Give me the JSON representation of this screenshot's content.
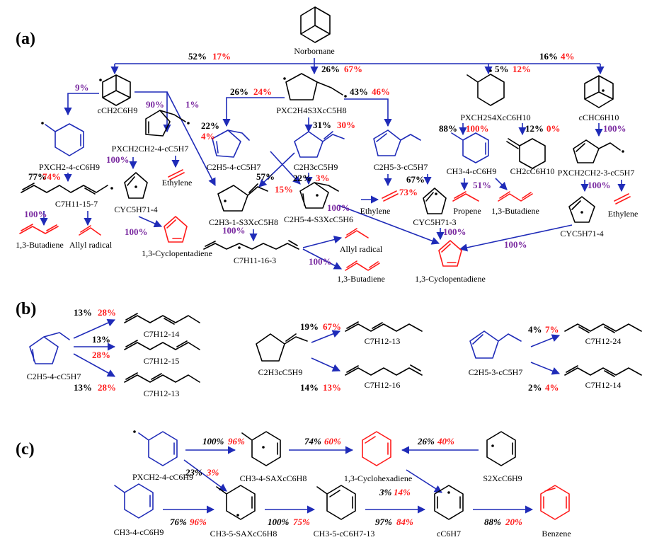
{
  "colors": {
    "arrow": "#1f2bb8",
    "structure": "#1f2bb8",
    "product": "#ff1a1a",
    "pct_black": "#000000",
    "pct_red": "#ff1a1a",
    "pct_purple": "#7a2aa0"
  },
  "panels": {
    "a": "(a)",
    "b": "(b)",
    "c": "(c)"
  },
  "labels": {
    "norbornane": "Norbornane",
    "cch2c6h9": "cCH2C6H9",
    "pxc2h4s3xc5h8": "PXC2H4S3XcC5H8",
    "pxch2s4xc6h10": "PXCH2S4XcC6H10",
    "cchc6h10": "cCHC6H10",
    "pxch2_4_cc6h9_a": "PXCH2-4-cC6H9",
    "pxch2ch2_4_cc5h7": "PXCH2CH2-4-cC5H7",
    "c2h5_4_cc5h7_a": "C2H5-4-cC5H7",
    "c2h3cc5h9_a": "C2H3cC5H9",
    "c2h5_3_cc5h7_a": "C2H5-3-cC5H7",
    "ch3_4_cc6h9_a": "CH3-4-cC6H9",
    "ch2cc6h10": "CH2cC6H10",
    "pxch2ch2_3_cc5h7": "PXCH2CH2-3-cC5H7",
    "c7h11_15_7": "C7H11-15-7",
    "ethylene_1": "Ethylene",
    "cyc5h71_4_a": "CYC5H71-4",
    "c2h3_1_s3xc5h8": "C2H3-1-S3XcC5H8",
    "c2h5_4_s3xc5h6": "C2H5-4-S3XcC5H6",
    "ethylene_2": "Ethylene",
    "cyc5h71_3": "CYC5H71-3",
    "propene": "Propene",
    "butadiene_1": "1,3-Butadiene",
    "ethylene_3": "Ethylene",
    "cyc5h71_4_b": "CYC5H71-4",
    "butadiene_2": "1,3-Butadiene",
    "allyl_1": "Allyl radical",
    "cpd_1": "1,3-Cyclopentadiene",
    "c7h11_16_3": "C7H11-16-3",
    "allyl_2": "Allyl radical",
    "butadiene_3": "1,3-Butadiene",
    "cpd_2": "1,3-Cyclopentadiene",
    "b_c2h5_4_cc5h7": "C2H5-4-cC5H7",
    "b_c7h12_14_a": "C7H12-14",
    "b_c7h12_15": "C7H12-15",
    "b_c7h12_13_a": "C7H12-13",
    "b_c2h3cc5h9": "C2H3cC5H9",
    "b_c7h12_13_b": "C7H12-13",
    "b_c7h12_16": "C7H12-16",
    "b_c2h5_3_cc5h7": "C2H5-3-cC5H7",
    "b_c7h12_24": "C7H12-24",
    "b_c7h12_14_b": "C7H12-14",
    "c_pxch2_4_cc6h9": "PXCH2-4-cC6H9",
    "c_ch3_4_saxcc6h8": "CH3-4-SAXcC6H8",
    "c_chd": "1,3-Cyclohexadiene",
    "c_s2xcc6h9": "S2XcC6H9",
    "c_ch3_4_cc6h9": "CH3-4-cC6H9",
    "c_ch3_5_saxcc6h8": "CH3-5-SAXcC6H8",
    "c_ch3_5_cc6h7_13": "CH3-5-cC6H7-13",
    "c_cc6h7": "cC6H7",
    "c_benzene": "Benzene"
  },
  "pct": {
    "a_top1_k": "52%",
    "a_top1_r": "17%",
    "a_top2_k": "26%",
    "a_top2_r": "67%",
    "a_top3_k": "5%",
    "a_top3_r": "12%",
    "a_top4_k": "16%",
    "a_top4_r": "4%",
    "a_9": "9%",
    "a_90": "90%",
    "a_1": "1%",
    "a_22": "22%",
    "a_4": "4%",
    "a_26": "26%",
    "a_24": "24%",
    "a_43": "43%",
    "a_46": "46%",
    "a_31": "31%",
    "a_30": "30%",
    "a_88": "88%",
    "a_100r": "100%",
    "a_12": "12%",
    "a_0": "0%",
    "a_100p_cchc": "100%",
    "a_77": "77%",
    "a_74": "74%",
    "a_100p_pxch2ch2": "100%",
    "a_57": "57%",
    "a_15": "15%",
    "a_22b": "22%",
    "a_3": "3%",
    "a_67": "67%",
    "a_73": "73%",
    "a_51": "51%",
    "a_100_bd1": "100%",
    "a_100_cyc": "100%",
    "a_100_s3": "100%",
    "a_100_c2h5s3": "100%",
    "a_100_cyc3": "100%",
    "a_100_pxch2ch2_3": "100%",
    "a_100_cyc4b": "100%",
    "a_100_c7h11": "100%",
    "b_13a_k": "13%",
    "b_13a_r": "28%",
    "b_13b_k": "13%",
    "b_13b_r": "28%",
    "b_13c_k": "13%",
    "b_13c_r": "28%",
    "b_19_k": "19%",
    "b_19_r": "67%",
    "b_14_k": "14%",
    "b_14_r": "13%",
    "b_4_k": "4%",
    "b_4_r": "7%",
    "b_2_k": "2%",
    "b_2_r": "4%",
    "c_100_k": "100%",
    "c_100_r": "96%",
    "c_74_k": "74%",
    "c_74_r": "60%",
    "c_26_k": "26%",
    "c_26_r": "40%",
    "c_23_k": "23%",
    "c_23_r": "3%",
    "c_3_k": "3%",
    "c_3_r": "14%",
    "c_76_k": "76%",
    "c_76_r": "96%",
    "c_100b_k": "100%",
    "c_100b_r": "75%",
    "c_97_k": "97%",
    "c_97_r": "84%",
    "c_88_k": "88%",
    "c_88_r": "20%"
  }
}
